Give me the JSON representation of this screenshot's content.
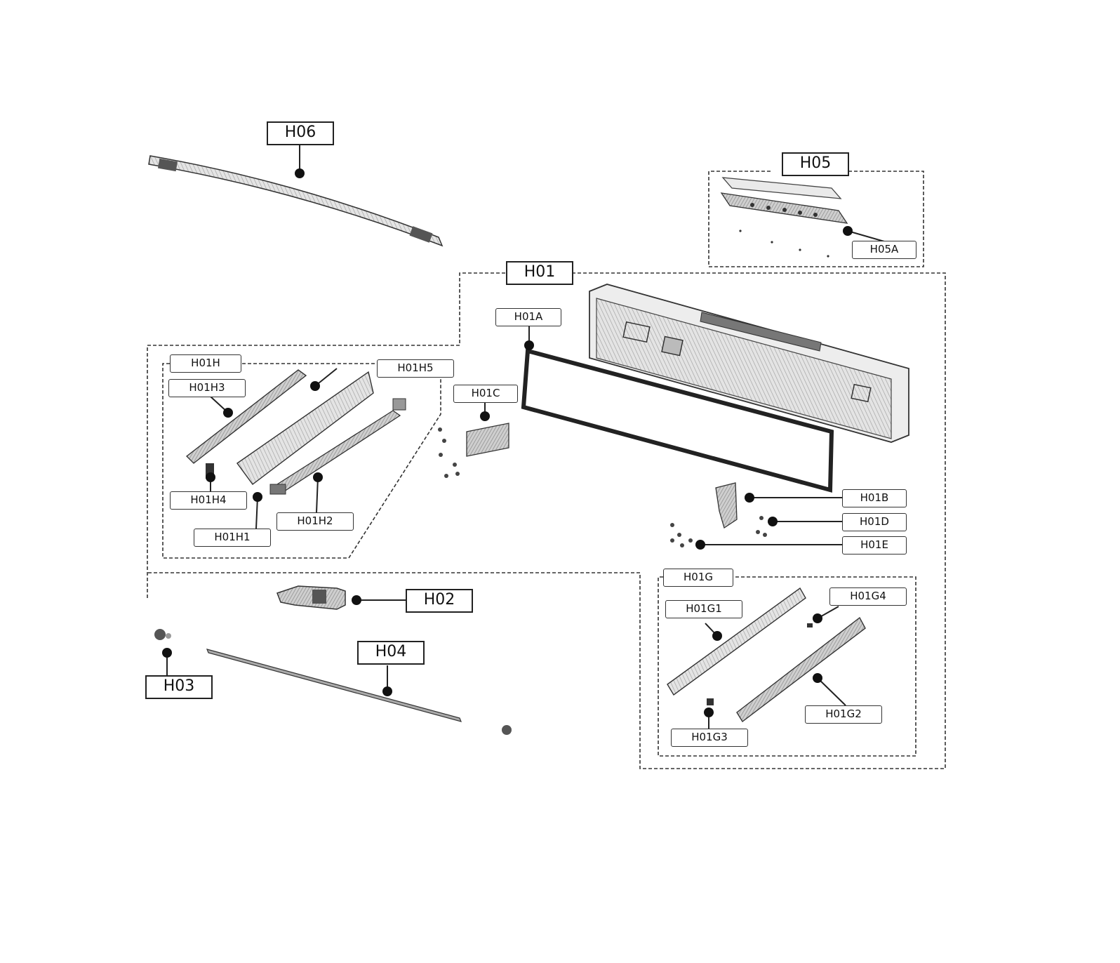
{
  "diagram": {
    "labels": {
      "H06": "H06",
      "H05": "H05",
      "H05A": "H05A",
      "H01": "H01",
      "H01A": "H01A",
      "H01H": "H01H",
      "H01H5": "H01H5",
      "H01H3": "H01H3",
      "H01C": "H01C",
      "H01H4": "H01H4",
      "H01H2": "H01H2",
      "H01H1": "H01H1",
      "H01B": "H01B",
      "H01D": "H01D",
      "H01E": "H01E",
      "H01G": "H01G",
      "H01G1": "H01G1",
      "H01G4": "H01G4",
      "H01G2": "H01G2",
      "H01G3": "H01G3",
      "H02": "H02",
      "H04": "H04",
      "H03": "H03"
    }
  }
}
